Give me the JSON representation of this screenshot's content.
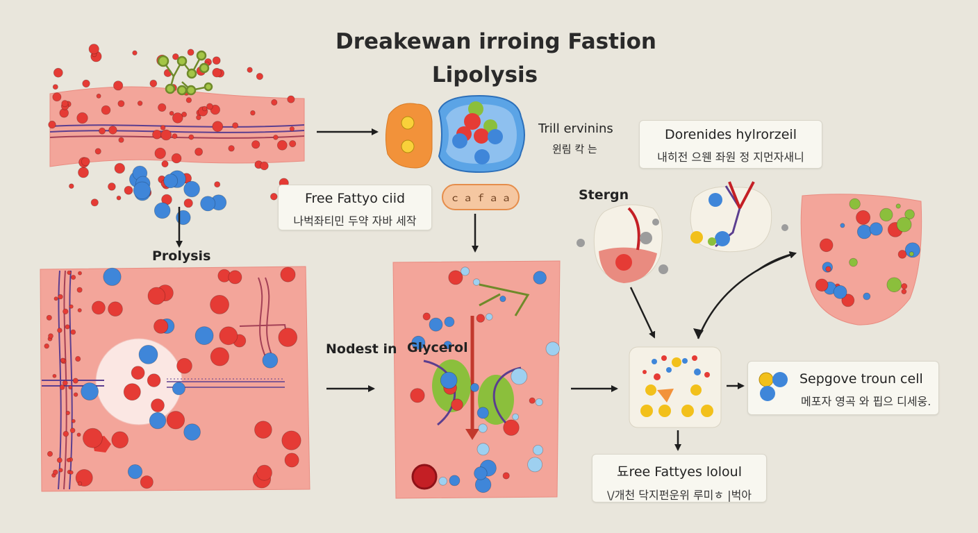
{
  "title": {
    "line1": "Dreakewan irroing Fastion",
    "line2": "Lipolysis"
  },
  "labels": {
    "prolysis": "Prolysis",
    "nodest_in": "Nodest in",
    "glycerol": "Glycerol",
    "stergn": "Stergn",
    "trill": {
      "title": "Trill ervinins",
      "sub": "윈림 칵 는"
    }
  },
  "callouts": {
    "free_fatty_acid": {
      "title": "Free Fattyo ciid",
      "sub": "나벅좌티민 두약 자바 세작"
    },
    "dorenides": {
      "title": "Dorenides hylrorzeil",
      "sub": "내히전 으웬 좌원 정 지먼자새니"
    },
    "sepgove": {
      "title": "Sepgove troun cell",
      "sub": "메포자 영곡 와 핍으 디세웅."
    },
    "free_fattyes": {
      "title": "됴ree Fattyes loloul",
      "sub": "\\/개천 닥지펀운위 루미ㅎ |벅아"
    }
  },
  "colors": {
    "background": "#e9e6dc",
    "tissue": "#f3a59a",
    "tissue_dark": "#e98b80",
    "red_cell": "#e53b35",
    "blue_cell": "#3f86d9",
    "green_cell": "#8bbf3c",
    "yellow_cell": "#f2c01b",
    "orange_cell": "#f2923a",
    "vessel": "#5b3e8f",
    "arrow": "#1e1e1e"
  }
}
